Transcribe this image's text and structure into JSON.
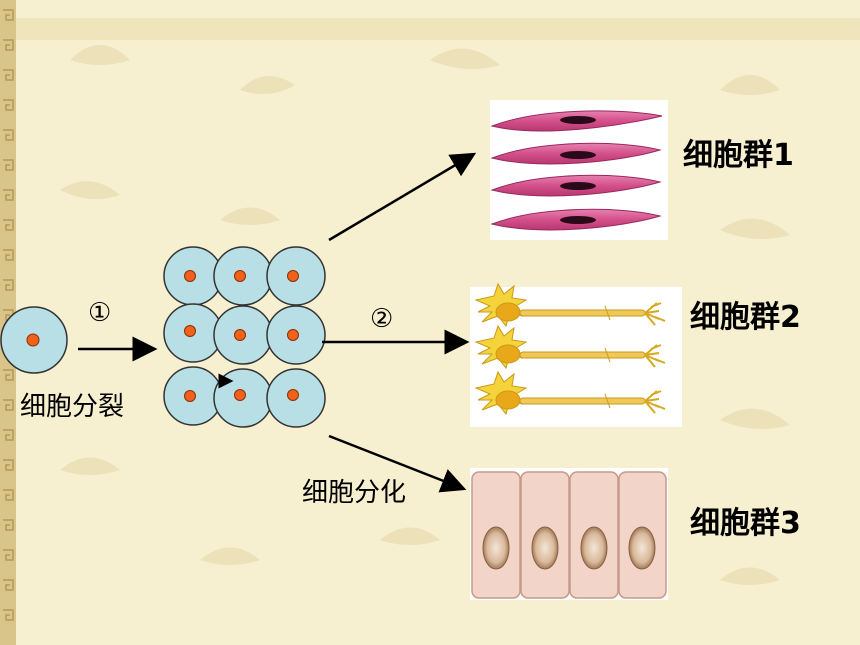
{
  "labels": {
    "step_one": "①",
    "step_two": "②",
    "division": "细胞分裂",
    "differentiation": "细胞分化",
    "group_1": "细胞群1",
    "group_2": "细胞群2",
    "group_3": "细胞群3"
  },
  "colors": {
    "background": "#f6efd0",
    "cell_fill": "#b9dfe6",
    "nucleus_fill": "#f0621c",
    "muscle_fill": "#d4508a",
    "neuron_fill": "#f4d43a",
    "epithelial_fill": "#f2d4c8"
  },
  "icons": {
    "single_cell": "single-cell-icon",
    "cell_cluster": "cell-cluster-icon",
    "muscle_tissue": "muscle-cell-image",
    "nerve_tissue": "neuron-image",
    "epithelial_tissue": "epithelial-cell-image"
  }
}
